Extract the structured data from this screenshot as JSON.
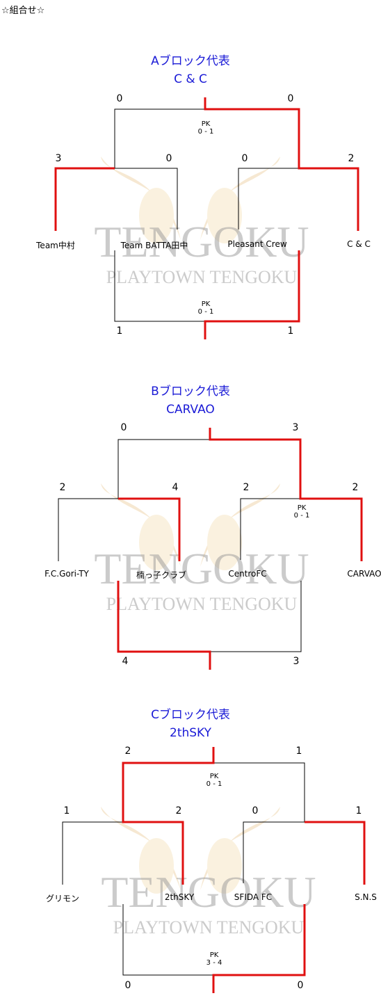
{
  "page_title": "☆組合せ☆",
  "watermark": {
    "main": "TENGOKU",
    "sub": "PLAYTOWN TENGOKU"
  },
  "colors": {
    "winner_line": "#e01010",
    "line": "#000000",
    "title": "#1a1ad6"
  },
  "blocks": [
    {
      "heading": "Aブロック代表",
      "winner": "C & C",
      "teams": [
        "Team中村",
        "Team BATTA田中",
        "Pleasant Crew",
        "C & C"
      ],
      "r1_scores": [
        "3",
        "0",
        "0",
        "2"
      ],
      "semi_top_scores": [
        "0",
        "0"
      ],
      "semi_bottom_scores": [
        "1",
        "1"
      ],
      "pk_top": {
        "label": "PK",
        "score": "0 - 1"
      },
      "pk_bottom": {
        "label": "PK",
        "score": "0 - 1"
      }
    },
    {
      "heading": "Bブロック代表",
      "winner": "CARVAO",
      "teams": [
        "F.C.Gori-TY",
        "楠っ子クラブ",
        "CentroFC",
        "CARVAO"
      ],
      "r1_scores": [
        "2",
        "4",
        "2",
        "2"
      ],
      "semi_top_scores": [
        "0",
        "3"
      ],
      "semi_bottom_scores": [
        "4",
        "3"
      ],
      "pk_r1": {
        "label": "PK",
        "score": "0 - 1"
      }
    },
    {
      "heading": "Cブロック代表",
      "winner": "2thSKY",
      "teams": [
        "グリモン",
        "2thSKY",
        "SFIDA FC",
        "S.N.S"
      ],
      "r1_scores": [
        "1",
        "2",
        "0",
        "1"
      ],
      "semi_top_scores": [
        "2",
        "1"
      ],
      "semi_bottom_scores": [
        "0",
        "0"
      ],
      "pk_top": {
        "label": "PK",
        "score": "0 - 1"
      },
      "pk_bottom": {
        "label": "PK",
        "score": "3 - 4"
      }
    }
  ]
}
